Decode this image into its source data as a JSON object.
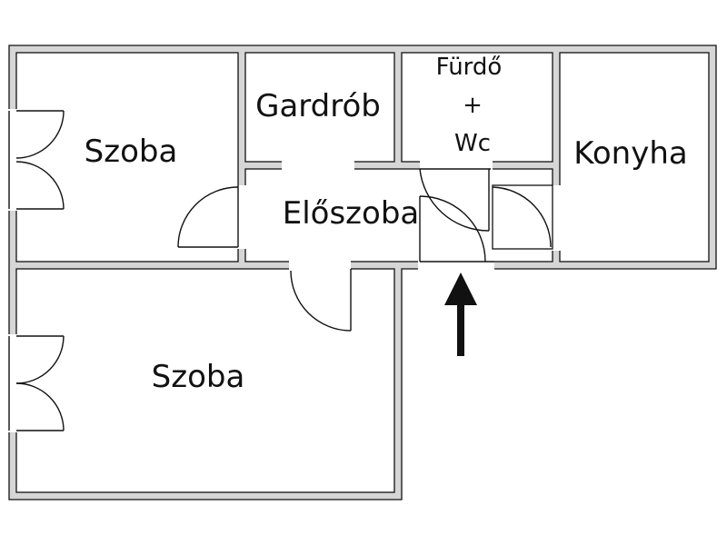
{
  "plan": {
    "rooms": [
      {
        "id": "szoba-top",
        "label": "Szoba"
      },
      {
        "id": "gardrob",
        "label": "Gardrób"
      },
      {
        "id": "furdo",
        "label_line1": "Fürdő",
        "label_line2": "+",
        "label_line3": "Wc"
      },
      {
        "id": "konyha",
        "label": "Konyha"
      },
      {
        "id": "eloszoba",
        "label": "Előszoba"
      },
      {
        "id": "szoba-bottom",
        "label": "Szoba"
      }
    ],
    "wall_color": "#d6d6d6",
    "line_color": "#111111",
    "entrance_arrow": "up-arrow"
  }
}
